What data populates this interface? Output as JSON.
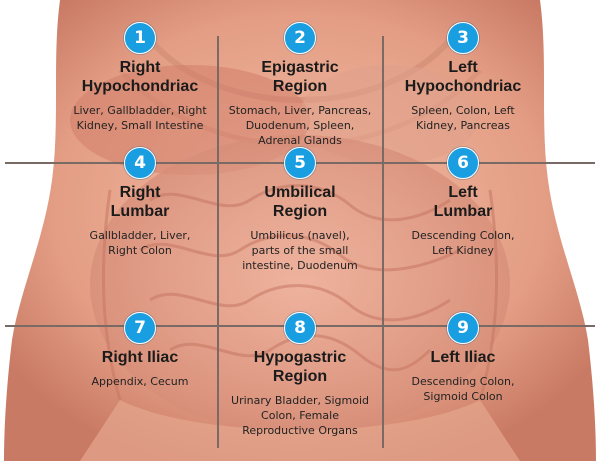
{
  "regions": [
    {
      "number": "1",
      "name": "Right Hypochondriac",
      "organs": "Liver, Gallbladder, Right Kidney, Small Intestine"
    },
    {
      "number": "2",
      "name": "Epigastric Region",
      "organs": "Stomach, Liver, Pancreas, Duodenum, Spleen, Adrenal Glands"
    },
    {
      "number": "3",
      "name": "Left Hypochondriac",
      "organs": "Spleen, Colon, Left Kidney, Pancreas"
    },
    {
      "number": "4",
      "name": "Right Lumbar",
      "organs": "Gallbladder, Liver, Right Colon"
    },
    {
      "number": "5",
      "name": "Umbilical Region",
      "organs": "Umbilicus (navel), parts of the small intestine, Duodenum"
    },
    {
      "number": "6",
      "name": "Left Lumbar",
      "organs": "Descending Colon, Left Kidney"
    },
    {
      "number": "7",
      "name": "Right Iliac",
      "organs": "Appendix, Cecum"
    },
    {
      "number": "8",
      "name": "Hypogastric Region",
      "organs": "Urinary Bladder, Sigmoid Colon, Female Reproductive Organs"
    },
    {
      "number": "9",
      "name": "Left Iliac",
      "organs": "Descending Colon, Sigmoid Colon"
    }
  ],
  "colors": {
    "badge": "#1a9ee2",
    "skin": "#e9a58c",
    "intestine": "#d98d7a",
    "grid_line": "#7a6a66"
  }
}
